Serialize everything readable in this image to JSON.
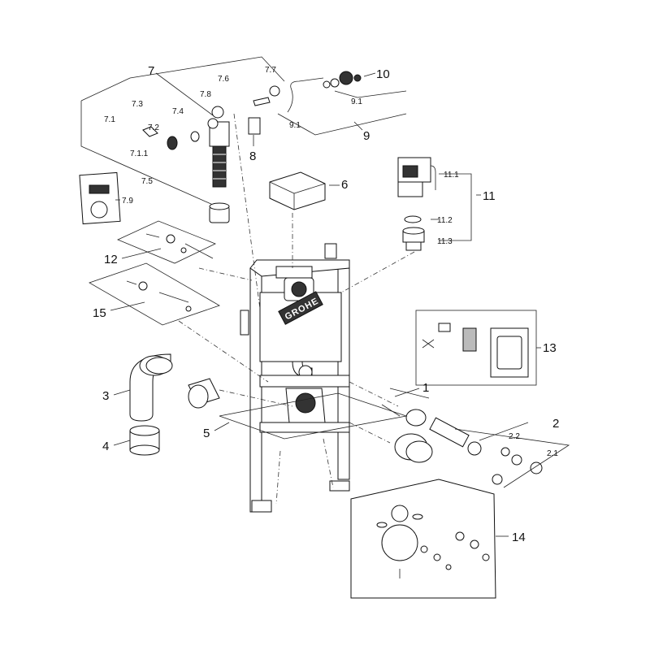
{
  "labels": {
    "l1": "1",
    "l2": "2",
    "l2_1": "2.1",
    "l2_2": "2.2",
    "l3": "3",
    "l4": "4",
    "l5": "5",
    "l6": "6",
    "l7": "7",
    "l7_1": "7.1",
    "l7_1_1": "7.1.1",
    "l7_2": "7.2",
    "l7_3": "7.3",
    "l7_4": "7.4",
    "l7_5": "7.5",
    "l7_6": "7.6",
    "l7_7": "7.7",
    "l7_8": "7.8",
    "l7_9": "7.9",
    "l8": "8",
    "l9": "9",
    "l9_1a": "9.1",
    "l9_1b": "9.1",
    "l10": "10",
    "l11": "11",
    "l11_1": "11.1",
    "l11_2": "11.2",
    "l11_3": "11.3",
    "l12": "12",
    "l13": "13",
    "l14": "14",
    "l15": "15"
  },
  "brand": {
    "logo_text": "GROHE"
  },
  "colors": {
    "line": "#222222",
    "dark_part": "#333333",
    "background": "#ffffff"
  }
}
